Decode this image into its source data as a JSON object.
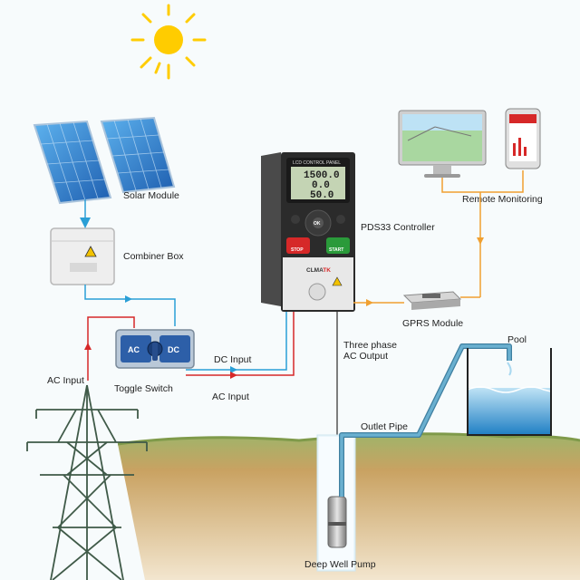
{
  "labels": {
    "solar_module": "Solar Module",
    "combiner_box": "Combiner Box",
    "controller": "PDS33 Controller",
    "remote_monitoring": "Remote Monitoring",
    "gprs_module": "GPRS Module",
    "three_phase_line1": "Three phase",
    "three_phase_line2": "AC Output",
    "pool": "Pool",
    "outlet_pipe": "Outlet Pipe",
    "ac_input_left": "AC Input",
    "toggle_switch": "Toggle Switch",
    "dc_input": "DC Input",
    "ac_input_right": "AC Input",
    "deep_well_pump": "Deep Well Pump"
  },
  "controller_panel": {
    "header": "LCD CONTROL PANEL",
    "lines": [
      "1500.0",
      "0.0",
      "50.0"
    ],
    "stop": "STOP",
    "start": "START",
    "ok": "OK",
    "brand": "CLMA",
    "brand_suffix": "TK"
  },
  "toggle_switch_box": {
    "left": "AC",
    "right": "DC"
  },
  "colors": {
    "dc_line": "#2a9fd6",
    "ac_line": "#d62828",
    "signal_line": "#f0a030",
    "output_line": "#555555",
    "pipe": "#6ab0d0",
    "sun": "#ffcc00",
    "ground": "#c9a262"
  }
}
